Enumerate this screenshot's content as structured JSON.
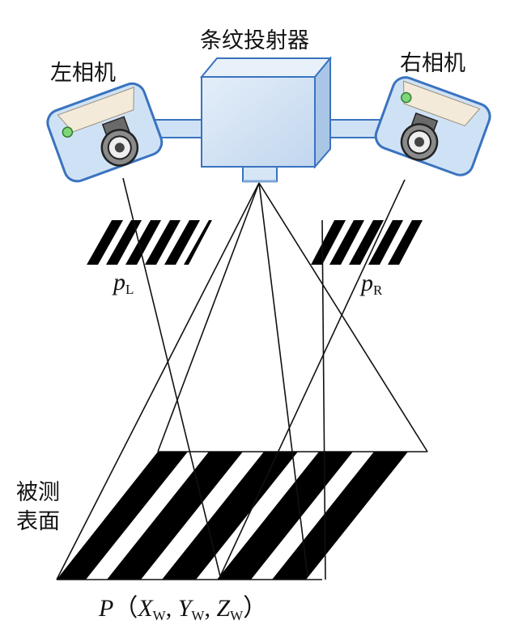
{
  "labels": {
    "projector": "条纹投射器",
    "left_camera": "左相机",
    "right_camera": "右相机",
    "surface_line1": "被测",
    "surface_line2": "表面",
    "p_left": {
      "base": "p",
      "sub": "L"
    },
    "p_right": {
      "base": "p",
      "sub": "R"
    },
    "world_point": {
      "name": "P",
      "open": "（",
      "x": "X",
      "x_sub": "W",
      "y": "Y",
      "y_sub": "W",
      "z": "Z",
      "z_sub": "W",
      "sep": ",",
      "close": "）"
    }
  },
  "colors": {
    "device_fill": "#cfe2f5",
    "device_edge": "#3a73bf",
    "stripe": "#000000",
    "line": "#111111",
    "led": "#7fd67a"
  },
  "icons": [
    "camera-icon",
    "projector-icon"
  ]
}
